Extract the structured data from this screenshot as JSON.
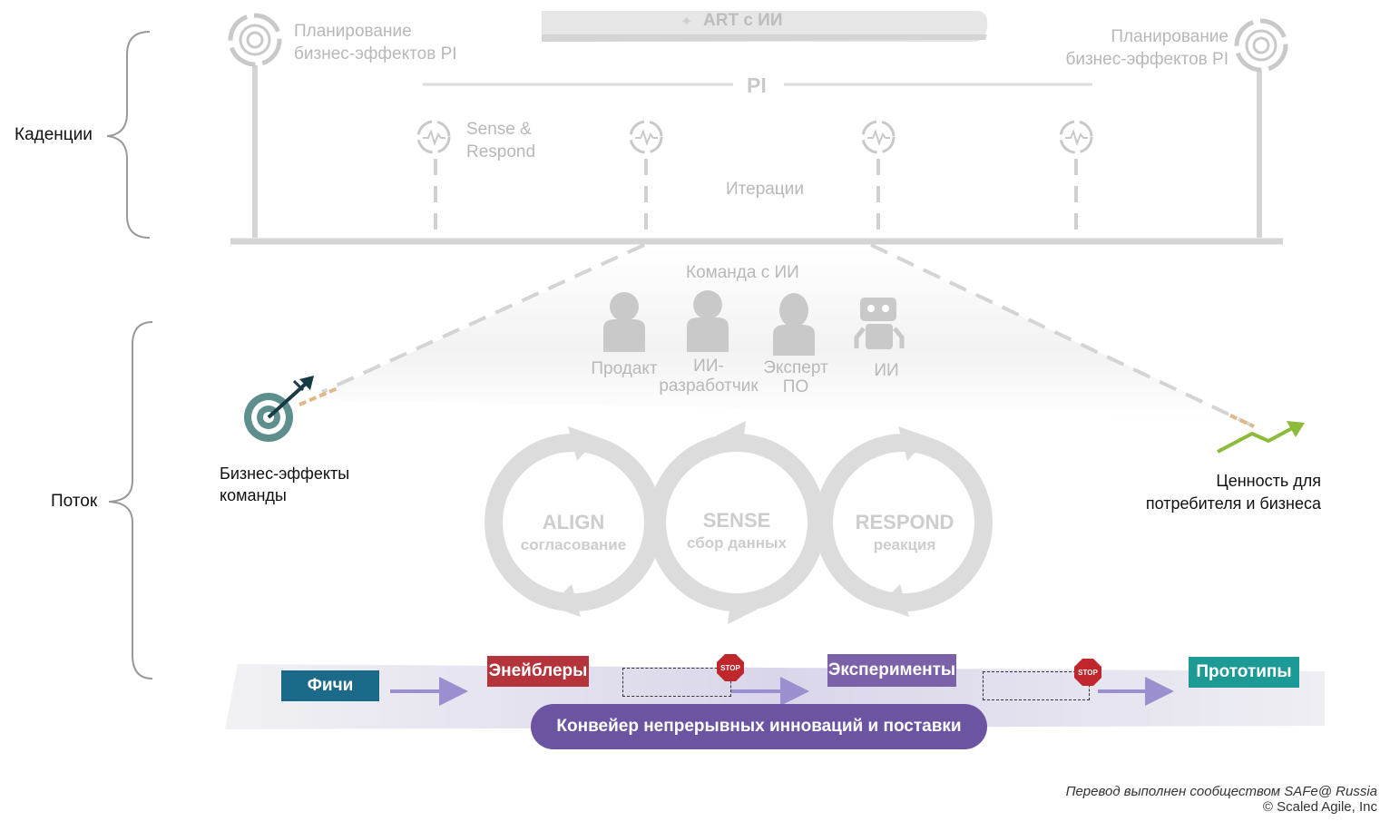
{
  "cadences": {
    "label": "Каденции",
    "art_banner": "ART с ИИ",
    "pi_label": "PI",
    "pi_planning_left": [
      "Планирование",
      "бизнес-эффектов PI"
    ],
    "pi_planning_right": [
      "Планирование",
      "бизнес-эффектов PI"
    ],
    "sense_respond": [
      "Sense &",
      "Respond"
    ],
    "iterations": "Итерации"
  },
  "team": {
    "title": "Команда с ИИ",
    "members": [
      {
        "label": "Продакт",
        "icon": "person-icon"
      },
      {
        "label": "ИИ-\nразработчик",
        "icon": "person-icon"
      },
      {
        "label": "Эксперт\nПО",
        "icon": "person-female-icon"
      },
      {
        "label": "ИИ",
        "icon": "robot-icon"
      }
    ]
  },
  "flow": {
    "label": "Поток",
    "business_outcomes": [
      "Бизнес-эффекты",
      "команды"
    ],
    "value": [
      "Ценность для",
      "потребителя и бизнеса"
    ],
    "cycles": [
      {
        "title": "ALIGN",
        "subtitle": "согласование"
      },
      {
        "title": "SENSE",
        "subtitle": "сбор данных"
      },
      {
        "title": "RESPOND",
        "subtitle": "реакция"
      }
    ]
  },
  "pipeline": {
    "items": [
      {
        "label": "Фичи",
        "color": "#1b6a8a"
      },
      {
        "label": "Энейблеры",
        "color": "#b5333b"
      },
      {
        "label": "Эксперименты",
        "color": "#7b62a8"
      },
      {
        "label": "Прототипы",
        "color": "#1e9a96"
      }
    ],
    "stop_label": "STOP",
    "title": "Конвейер непрерывных инноваций и поставки",
    "title_color": "#6b55a3"
  },
  "footer": {
    "credit": "Перевод выполнен сообществом SAFe@ Russia",
    "copyright": "© Scaled Agile, Inc"
  }
}
